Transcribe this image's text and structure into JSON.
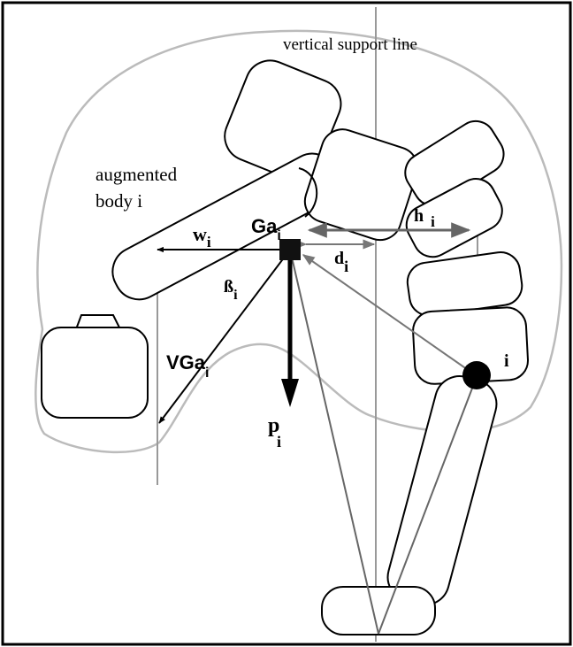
{
  "labels": {
    "vertical_support_line": "vertical support line",
    "augmented_line1": "augmented",
    "augmented_line2": "body i",
    "w_base": "w",
    "w_sub": "i",
    "Ga_base": "Ga",
    "Ga_sub": "i",
    "h_base": "h",
    "h_sub": "i",
    "d_base": "d",
    "d_sub": "i",
    "beta_base": "ß",
    "beta_sub": "i",
    "VGa_base": "VGa",
    "VGa_sub": "i",
    "p_base": "p",
    "p_sub": "i",
    "joint_i": "i"
  },
  "colors": {
    "outline": "#000000",
    "gray_line": "#999999",
    "envelope": "#bbbbbb",
    "dark_gray_arrow": "#666666",
    "background": "#ffffff"
  }
}
